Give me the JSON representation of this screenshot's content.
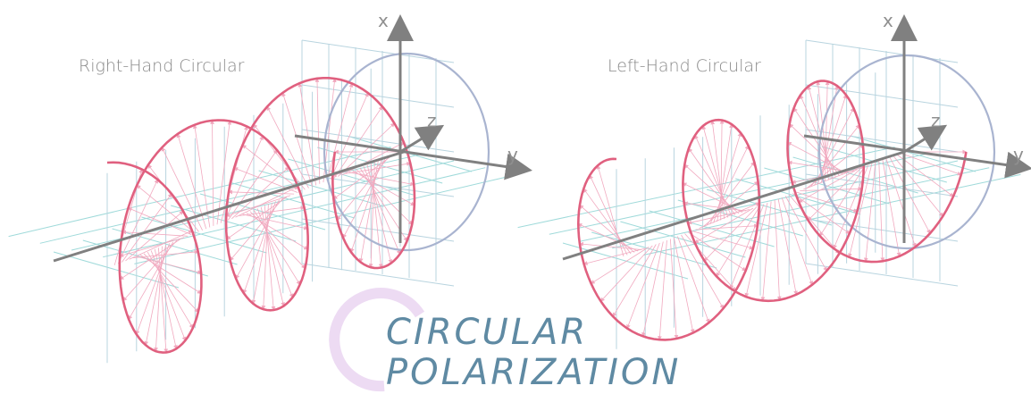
{
  "panels": [
    {
      "title": "Right-Hand Circular",
      "x_label": "x",
      "y_label": "y",
      "z_label": "z"
    },
    {
      "title": "Left-Hand Circular",
      "x_label": "x",
      "y_label": "y",
      "z_label": "z"
    }
  ],
  "main_title": {
    "line1": "CIRCULAR",
    "line2": "POLARIZATION"
  },
  "colors": {
    "helix": "#e0607f",
    "vectors": "#f1a9bf",
    "reference_circle": "#a9b4d0",
    "grid": "#9fdada",
    "axes": "#808080",
    "title": "#5f8aa3"
  }
}
